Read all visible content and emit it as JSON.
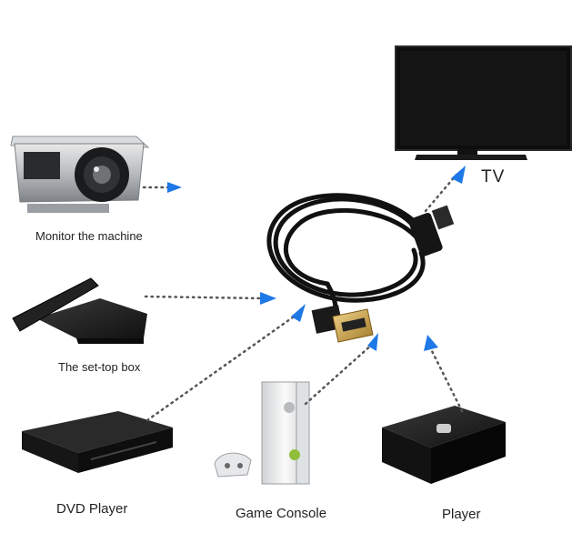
{
  "labels": {
    "camera": "Monitor the machine",
    "settop": "The set-top box",
    "dvd": "DVD Player",
    "console": "Game Console",
    "player": "Player",
    "tv": "TV"
  },
  "colors": {
    "arrow": "#1e78e6",
    "dots": "#555555",
    "device_dark": "#1a1a1a",
    "cable_gold": "#c9a24a"
  },
  "icons": {
    "camera": "security-camera-icon",
    "settop": "set-top-box-icon",
    "dvd": "dvd-player-icon",
    "console": "game-console-icon",
    "player": "media-player-icon",
    "tv": "tv-icon",
    "cable": "hdmi-vga-cable-icon"
  }
}
